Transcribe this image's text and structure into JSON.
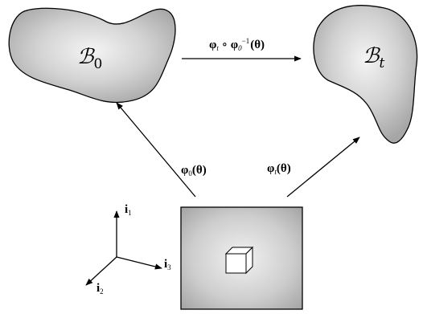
{
  "labels": {
    "body_ref": {
      "letter": "ℬ",
      "sub": "0"
    },
    "body_cur": {
      "letter": "ℬ",
      "sub": "t"
    },
    "map_top": {
      "phi_t": "φ",
      "t": "t",
      "circ": " ∘ ",
      "phi_0": "φ",
      "zero": "0",
      "inv": "−1",
      "arg": "(θ)"
    },
    "map_left": {
      "phi": "φ",
      "sub": "0",
      "arg": "(θ)"
    },
    "map_right": {
      "phi": "φ",
      "sub": "t",
      "arg": "(θ)"
    },
    "axis_1": {
      "letter": "i",
      "sub": "1"
    },
    "axis_2": {
      "letter": "i",
      "sub": "2"
    },
    "axis_3": {
      "letter": "i",
      "sub": "3"
    }
  },
  "colors": {
    "shape_light": "#f4f4f4",
    "shape_dark": "#a9a9a9",
    "square_edge": "#a4a4a4",
    "square_center": "#f2f2f2",
    "stroke": "#000000"
  }
}
